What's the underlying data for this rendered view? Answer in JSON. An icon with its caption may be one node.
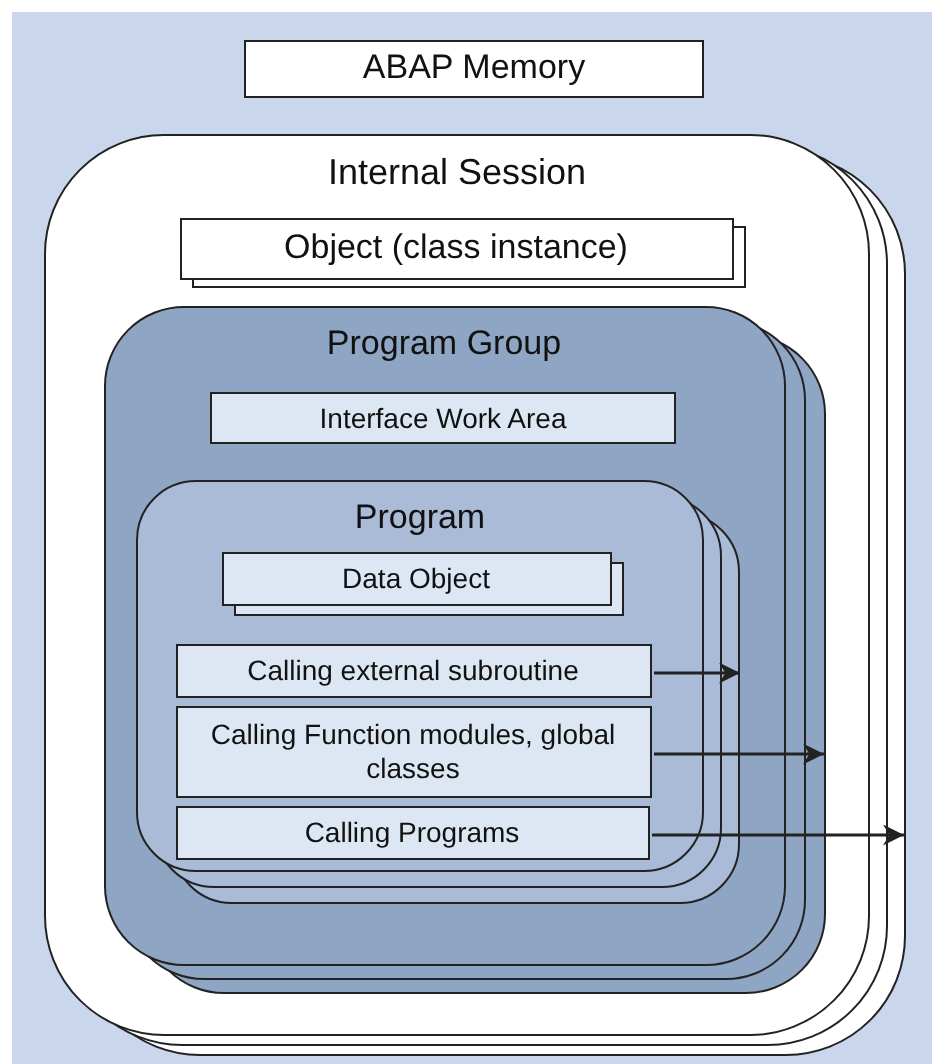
{
  "diagram": {
    "nodes": [
      {
        "text": [
          "ABAP Memory"
        ]
      },
      {
        "text": [
          "Internal Session"
        ]
      },
      {
        "text": [
          "Object (class instance)"
        ],
        "in": 1
      },
      {
        "text": [
          "Program Group"
        ],
        "in": 1
      },
      {
        "text": [
          "Interface Work Area"
        ],
        "in": 3
      },
      {
        "text": [
          "Program"
        ],
        "in": 3
      },
      {
        "text": [
          "Data Object"
        ],
        "in": 5
      },
      {
        "text": [
          "Calling external subroutine"
        ],
        "in": 5
      },
      {
        "text": [
          "Calling Function modules, global classes"
        ],
        "in": 5
      },
      {
        "text": [
          "Calling Programs"
        ],
        "in": 5
      }
    ],
    "edges": [
      {
        "from": 7,
        "to": null,
        "arrow": "to"
      },
      {
        "from": 8,
        "to": null,
        "arrow": "to"
      },
      {
        "from": 9,
        "to": null,
        "arrow": "to"
      }
    ]
  }
}
